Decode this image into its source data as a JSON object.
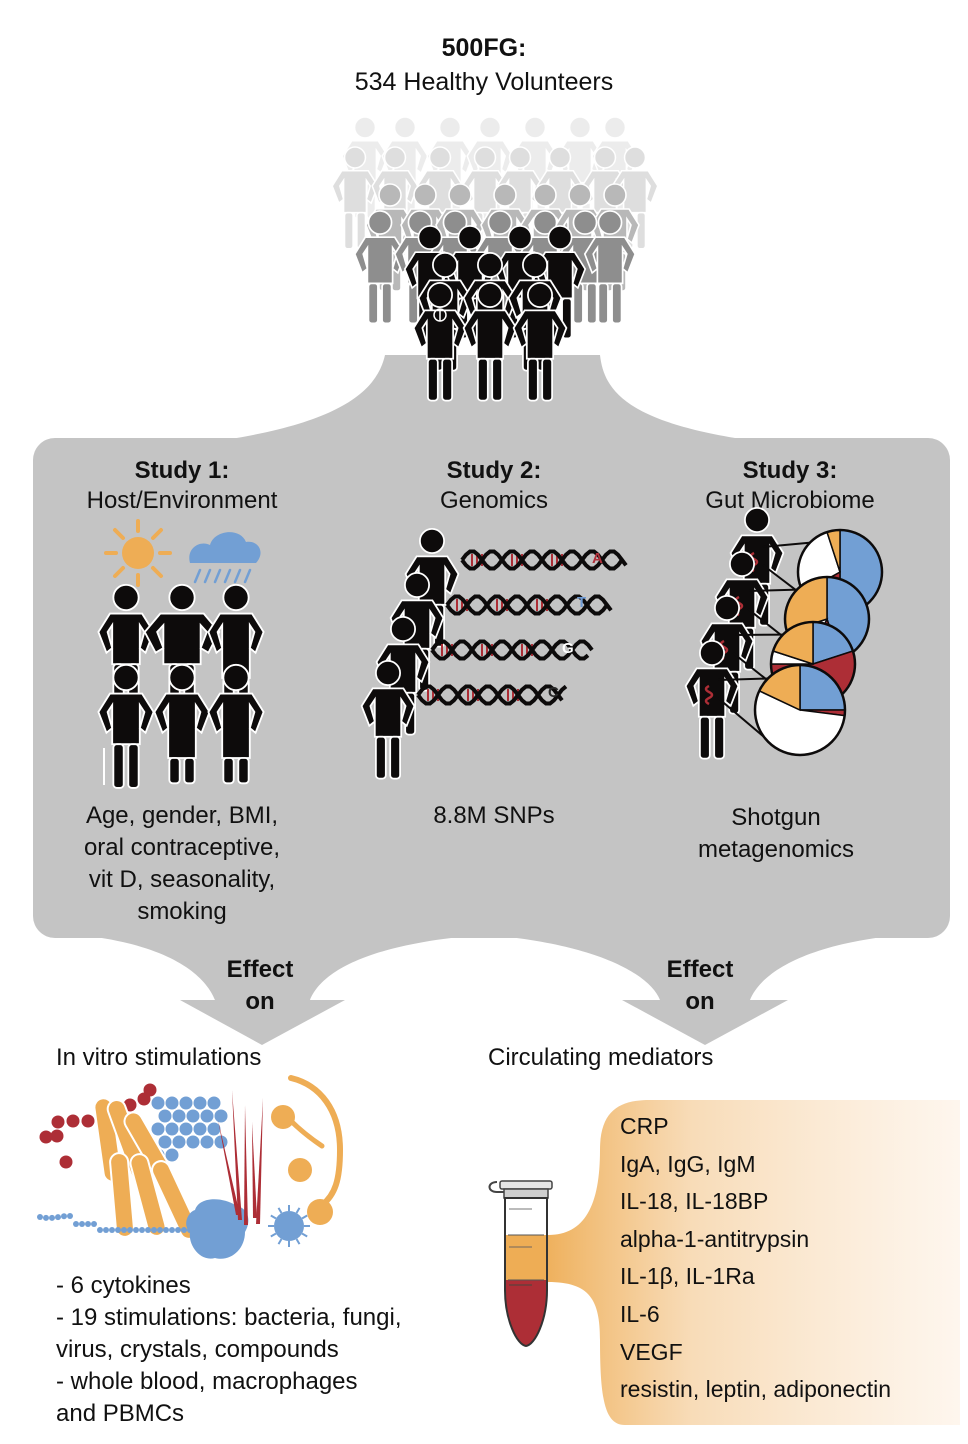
{
  "header": {
    "title": "500FG:",
    "subtitle": "534 Healthy Volunteers"
  },
  "studies": [
    {
      "heading": "Study 1:",
      "name": "Host/Environment",
      "description_lines": [
        "Age, gender, BMI,",
        "oral contraceptive,",
        "vit D, seasonality,",
        "smoking"
      ],
      "icons": [
        "sun-icon",
        "rain-cloud-icon",
        "people-group-icon"
      ]
    },
    {
      "heading": "Study 2:",
      "name": "Genomics",
      "description_lines": [
        "8.8M SNPs"
      ],
      "nucleotides": [
        {
          "letter": "A",
          "color": "#b0303a"
        },
        {
          "letter": "T",
          "color": "#6f9ad3"
        },
        {
          "letter": "G",
          "color": "#ffffff"
        },
        {
          "letter": "C",
          "color": "#2a2a2a"
        }
      ]
    },
    {
      "heading": "Study 3:",
      "name": "Gut Microbiome",
      "description_lines": [
        "Shotgun",
        "metagenomics"
      ]
    }
  ],
  "effects": [
    {
      "line1": "Effect",
      "line2": "on"
    },
    {
      "line1": "Effect",
      "line2": "on"
    }
  ],
  "in_vitro": {
    "title": "In vitro stimulations",
    "lines": [
      "- 6 cytokines",
      "- 19 stimulations: bacteria, fungi,",
      "virus, crystals, compounds",
      "- whole blood, macrophages",
      "and PBMCs"
    ]
  },
  "circulating": {
    "title": "Circulating mediators",
    "items": [
      "CRP",
      "IgA, IgG, IgM",
      "IL-18, IL-18BP",
      "alpha-1-antitrypsin",
      "IL-1β, IL-1Ra",
      "IL-6",
      "VEGF",
      "resistin, leptin, adiponectin"
    ]
  },
  "colors": {
    "panel_gray": "#c4c4c4",
    "red": "#ad2e36",
    "blue": "#729fd4",
    "orange": "#eead55",
    "black": "#0d0b0b"
  }
}
